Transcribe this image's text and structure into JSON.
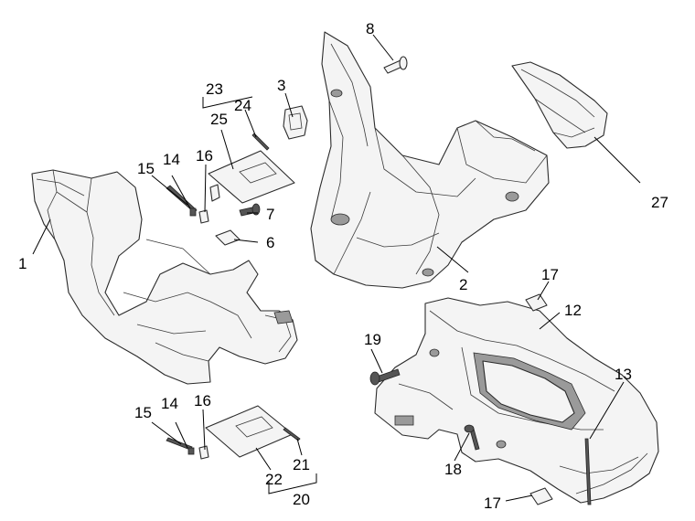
{
  "callouts": {
    "c1": "1",
    "c2": "2",
    "c3": "3",
    "c6": "6",
    "c7": "7",
    "c8": "8",
    "c12": "12",
    "c13": "13",
    "c14a": "14",
    "c14b": "14",
    "c15a": "15",
    "c15b": "15",
    "c16a": "16",
    "c16b": "16",
    "c17a": "17",
    "c17b": "17",
    "c18": "18",
    "c19": "19",
    "c20": "20",
    "c21": "21",
    "c22": "22",
    "c23": "23",
    "c24": "24",
    "c25": "25",
    "c27": "27"
  }
}
